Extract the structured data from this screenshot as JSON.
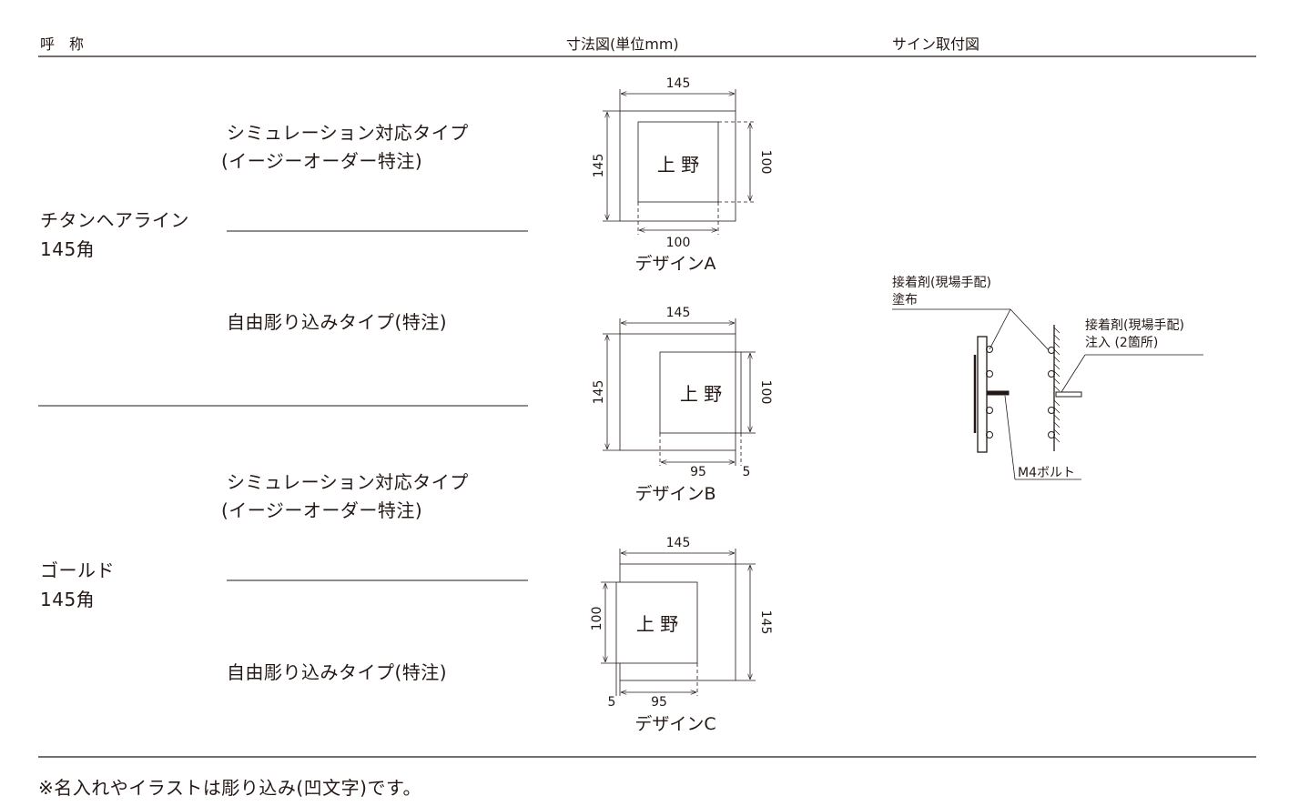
{
  "header": {
    "col_name": "呼　称",
    "col_dimensions": "寸法図(単位mm)",
    "col_install": "サイン取付図"
  },
  "groups": [
    {
      "material": "チタンヘアライン",
      "size": "145角",
      "types": [
        {
          "line1": "シミュレーション対応タイプ",
          "line2": "(イージーオーダー特注)"
        },
        {
          "line1": "自由彫り込みタイプ(特注)"
        }
      ]
    },
    {
      "material": "ゴールド",
      "size": "145角",
      "types": [
        {
          "line1": "シミュレーション対応タイプ",
          "line2": "(イージーオーダー特注)"
        },
        {
          "line1": "自由彫り込みタイプ(特注)"
        }
      ]
    }
  ],
  "designs": [
    {
      "name": "デザインA",
      "sample_text": "上 野",
      "outer": "145",
      "outer_v": "145",
      "inner_v": "100",
      "inner_h": "100"
    },
    {
      "name": "デザインB",
      "sample_text": "上 野",
      "outer": "145",
      "outer_v": "145",
      "inner_v": "100",
      "inner_h": "95",
      "offset": "5"
    },
    {
      "name": "デザインC",
      "sample_text": "上 野",
      "outer": "145",
      "outer_v": "145",
      "inner_v": "100",
      "inner_h": "95",
      "offset": "5"
    }
  ],
  "install": {
    "adhesive_apply_1": "接着剤(現場手配)",
    "adhesive_apply_2": "塗布",
    "adhesive_inject_1": "接着剤(現場手配)",
    "adhesive_inject_2": "注入 (2箇所)",
    "bolt": "M4ボルト"
  },
  "footnote": "※名入れやイラストは彫り込み(凹文字)です。"
}
